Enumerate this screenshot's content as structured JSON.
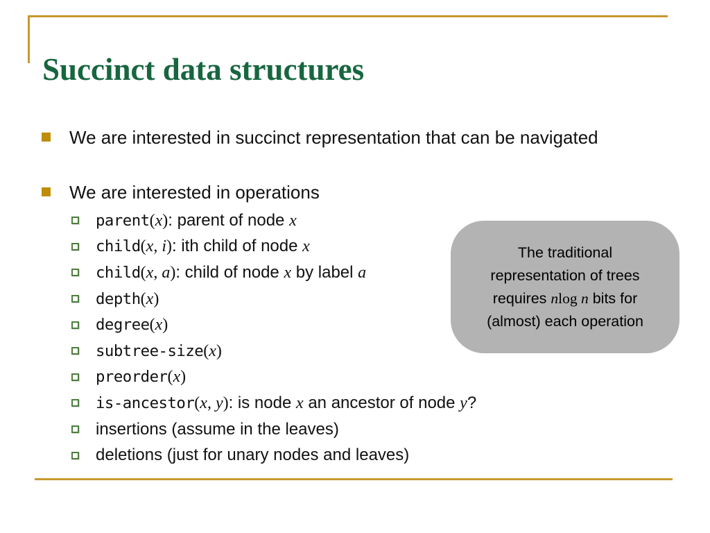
{
  "slide": {
    "title": "Succinct data structures",
    "colors": {
      "accent-gold": "#C9992E",
      "bullet-gold": "#BE8E0A",
      "title-green": "#17663F",
      "subbullet-green": "#4C7E3C",
      "callout-gray": "#B3B3B3"
    }
  },
  "bullets": [
    {
      "text": "We are interested in succinct representation that can be navigated"
    },
    {
      "text": "We are interested in operations"
    }
  ],
  "operations": [
    {
      "segments": [
        {
          "t": "parent",
          "s": "mono"
        },
        {
          "t": "(",
          "s": "ser"
        },
        {
          "t": "x",
          "s": "var"
        },
        {
          "t": ")",
          "s": "ser"
        },
        {
          "t": ": parent of node ",
          "s": "sans"
        },
        {
          "t": "x",
          "s": "var"
        }
      ]
    },
    {
      "segments": [
        {
          "t": "child",
          "s": "mono"
        },
        {
          "t": "(",
          "s": "ser"
        },
        {
          "t": "x",
          "s": "var"
        },
        {
          "t": ", ",
          "s": "ser"
        },
        {
          "t": "i",
          "s": "var"
        },
        {
          "t": ")",
          "s": "ser"
        },
        {
          "t": ": ith child of node ",
          "s": "sans"
        },
        {
          "t": "x",
          "s": "var"
        }
      ]
    },
    {
      "segments": [
        {
          "t": "child",
          "s": "mono"
        },
        {
          "t": "(",
          "s": "ser"
        },
        {
          "t": "x",
          "s": "var"
        },
        {
          "t": ", ",
          "s": "ser"
        },
        {
          "t": "a",
          "s": "var"
        },
        {
          "t": ")",
          "s": "ser"
        },
        {
          "t": ": child of node ",
          "s": "sans"
        },
        {
          "t": "x",
          "s": "var"
        },
        {
          "t": " by label ",
          "s": "sans"
        },
        {
          "t": "a",
          "s": "var"
        }
      ]
    },
    {
      "segments": [
        {
          "t": "depth",
          "s": "mono"
        },
        {
          "t": "(",
          "s": "ser"
        },
        {
          "t": "x",
          "s": "var"
        },
        {
          "t": ")",
          "s": "ser"
        }
      ]
    },
    {
      "segments": [
        {
          "t": "degree",
          "s": "mono"
        },
        {
          "t": "(",
          "s": "ser"
        },
        {
          "t": "x",
          "s": "var"
        },
        {
          "t": ")",
          "s": "ser"
        }
      ]
    },
    {
      "segments": [
        {
          "t": "subtree-size",
          "s": "mono"
        },
        {
          "t": "(",
          "s": "ser"
        },
        {
          "t": "x",
          "s": "var"
        },
        {
          "t": ")",
          "s": "ser"
        }
      ]
    },
    {
      "segments": [
        {
          "t": "preorder",
          "s": "mono"
        },
        {
          "t": "(",
          "s": "ser"
        },
        {
          "t": "x",
          "s": "var"
        },
        {
          "t": ")",
          "s": "ser"
        }
      ]
    },
    {
      "segments": [
        {
          "t": "is-ancestor",
          "s": "mono"
        },
        {
          "t": "(",
          "s": "ser"
        },
        {
          "t": "x",
          "s": "var"
        },
        {
          "t": ", ",
          "s": "ser"
        },
        {
          "t": "y",
          "s": "var"
        },
        {
          "t": ")",
          "s": "ser"
        },
        {
          "t": ": is node ",
          "s": "sans"
        },
        {
          "t": "x",
          "s": "var"
        },
        {
          "t": " an ancestor of node ",
          "s": "sans"
        },
        {
          "t": "y",
          "s": "var"
        },
        {
          "t": "?",
          "s": "sans"
        }
      ]
    },
    {
      "segments": [
        {
          "t": "insertions (assume in the leaves)",
          "s": "sans"
        }
      ]
    },
    {
      "segments": [
        {
          "t": "deletions (just for unary nodes and leaves)",
          "s": "sans"
        }
      ]
    }
  ],
  "callout": {
    "lines": [
      [
        {
          "t": "The traditional",
          "s": "sans"
        }
      ],
      [
        {
          "t": "representation of trees",
          "s": "sans"
        }
      ],
      [
        {
          "t": "requires ",
          "s": "sans"
        },
        {
          "t": "n",
          "s": "var"
        },
        {
          "t": "log ",
          "s": "ser"
        },
        {
          "t": "n",
          "s": "var"
        },
        {
          "t": " bits for",
          "s": "sans"
        }
      ],
      [
        {
          "t": "(almost) each operation",
          "s": "sans"
        }
      ]
    ]
  }
}
